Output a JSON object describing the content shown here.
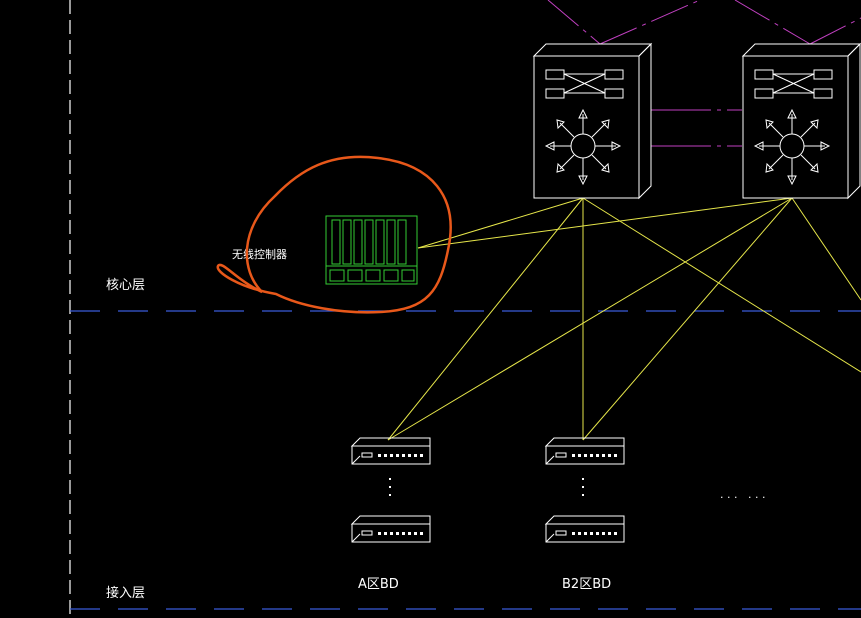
{
  "layers": {
    "core": "核心层",
    "access": "接入层"
  },
  "controller": {
    "label": "无线控制器"
  },
  "buildings": {
    "a": "A区BD",
    "b2": "B2区BD"
  },
  "ellipsis": ". . .   . . .",
  "colors": {
    "background": "#000000",
    "link": "#e6e64a",
    "interlink": "#c040c0",
    "controller": "#33cc33",
    "annotation": "#e8581a",
    "layer_line": "#3a5bd9",
    "device": "#ffffff"
  }
}
